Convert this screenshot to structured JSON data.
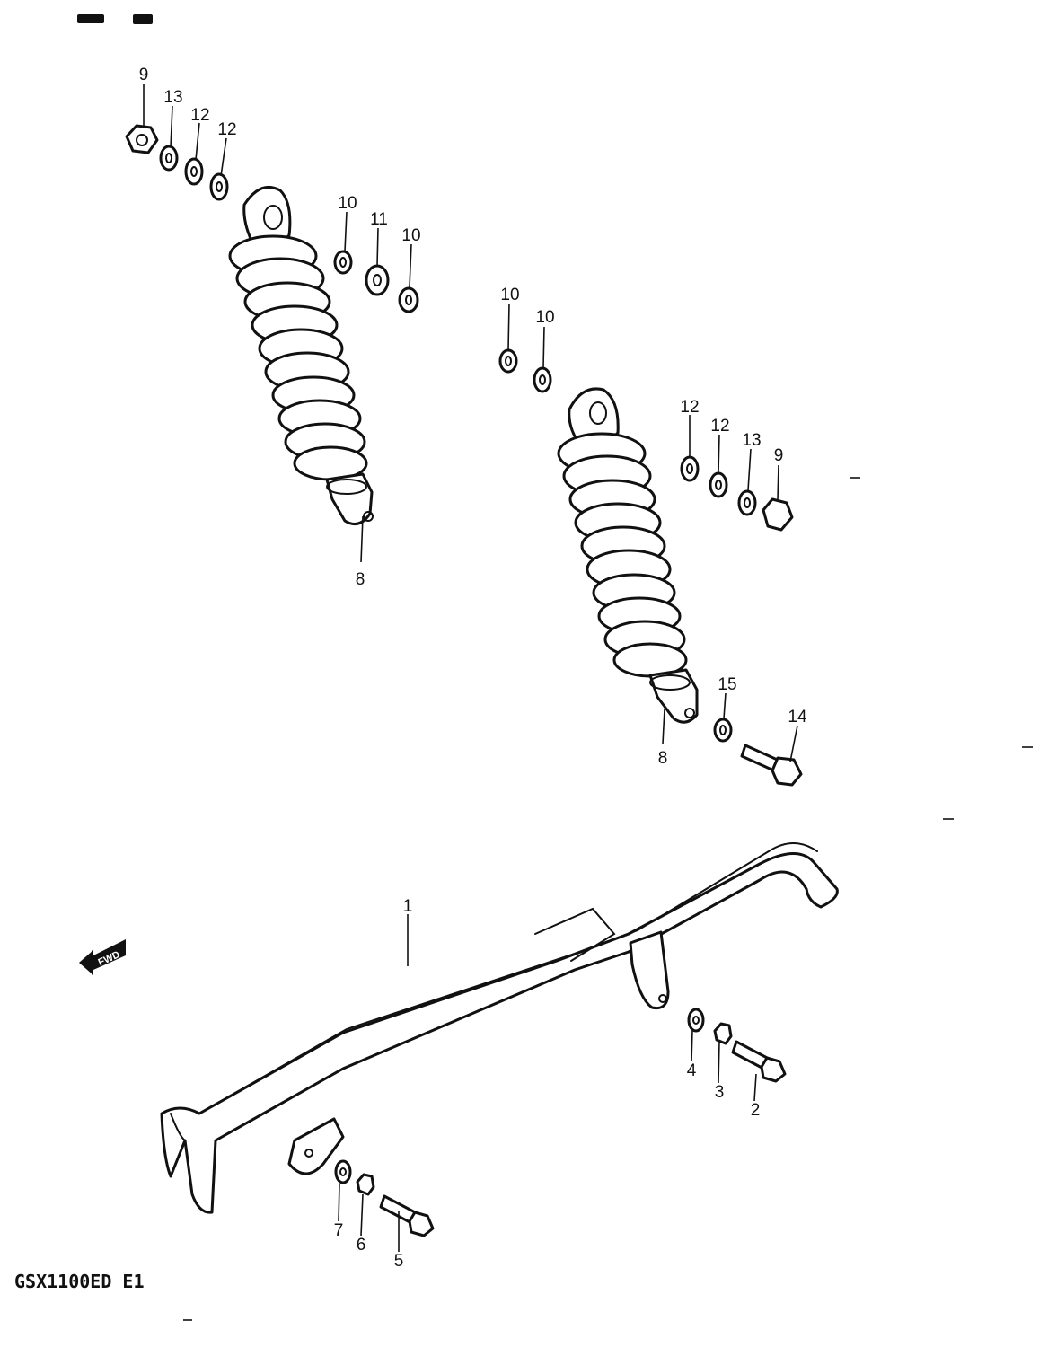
{
  "caption": "GSX1100ED E1",
  "forward_marker": "FWD",
  "callouts": [
    {
      "id": "c-9a",
      "label": "9"
    },
    {
      "id": "c-13a",
      "label": "13"
    },
    {
      "id": "c-12a",
      "label": "12"
    },
    {
      "id": "c-12b",
      "label": "12"
    },
    {
      "id": "c-10a",
      "label": "10"
    },
    {
      "id": "c-11",
      "label": "11"
    },
    {
      "id": "c-10b",
      "label": "10"
    },
    {
      "id": "c-8a",
      "label": "8"
    },
    {
      "id": "c-10c",
      "label": "10"
    },
    {
      "id": "c-10d",
      "label": "10"
    },
    {
      "id": "c-12c",
      "label": "12"
    },
    {
      "id": "c-12d",
      "label": "12"
    },
    {
      "id": "c-13b",
      "label": "13"
    },
    {
      "id": "c-9b",
      "label": "9"
    },
    {
      "id": "c-15",
      "label": "15"
    },
    {
      "id": "c-14",
      "label": "14"
    },
    {
      "id": "c-8b",
      "label": "8"
    },
    {
      "id": "c-1",
      "label": "1"
    },
    {
      "id": "c-4",
      "label": "4"
    },
    {
      "id": "c-3",
      "label": "3"
    },
    {
      "id": "c-2",
      "label": "2"
    },
    {
      "id": "c-7",
      "label": "7"
    },
    {
      "id": "c-6",
      "label": "6"
    },
    {
      "id": "c-5",
      "label": "5"
    }
  ]
}
